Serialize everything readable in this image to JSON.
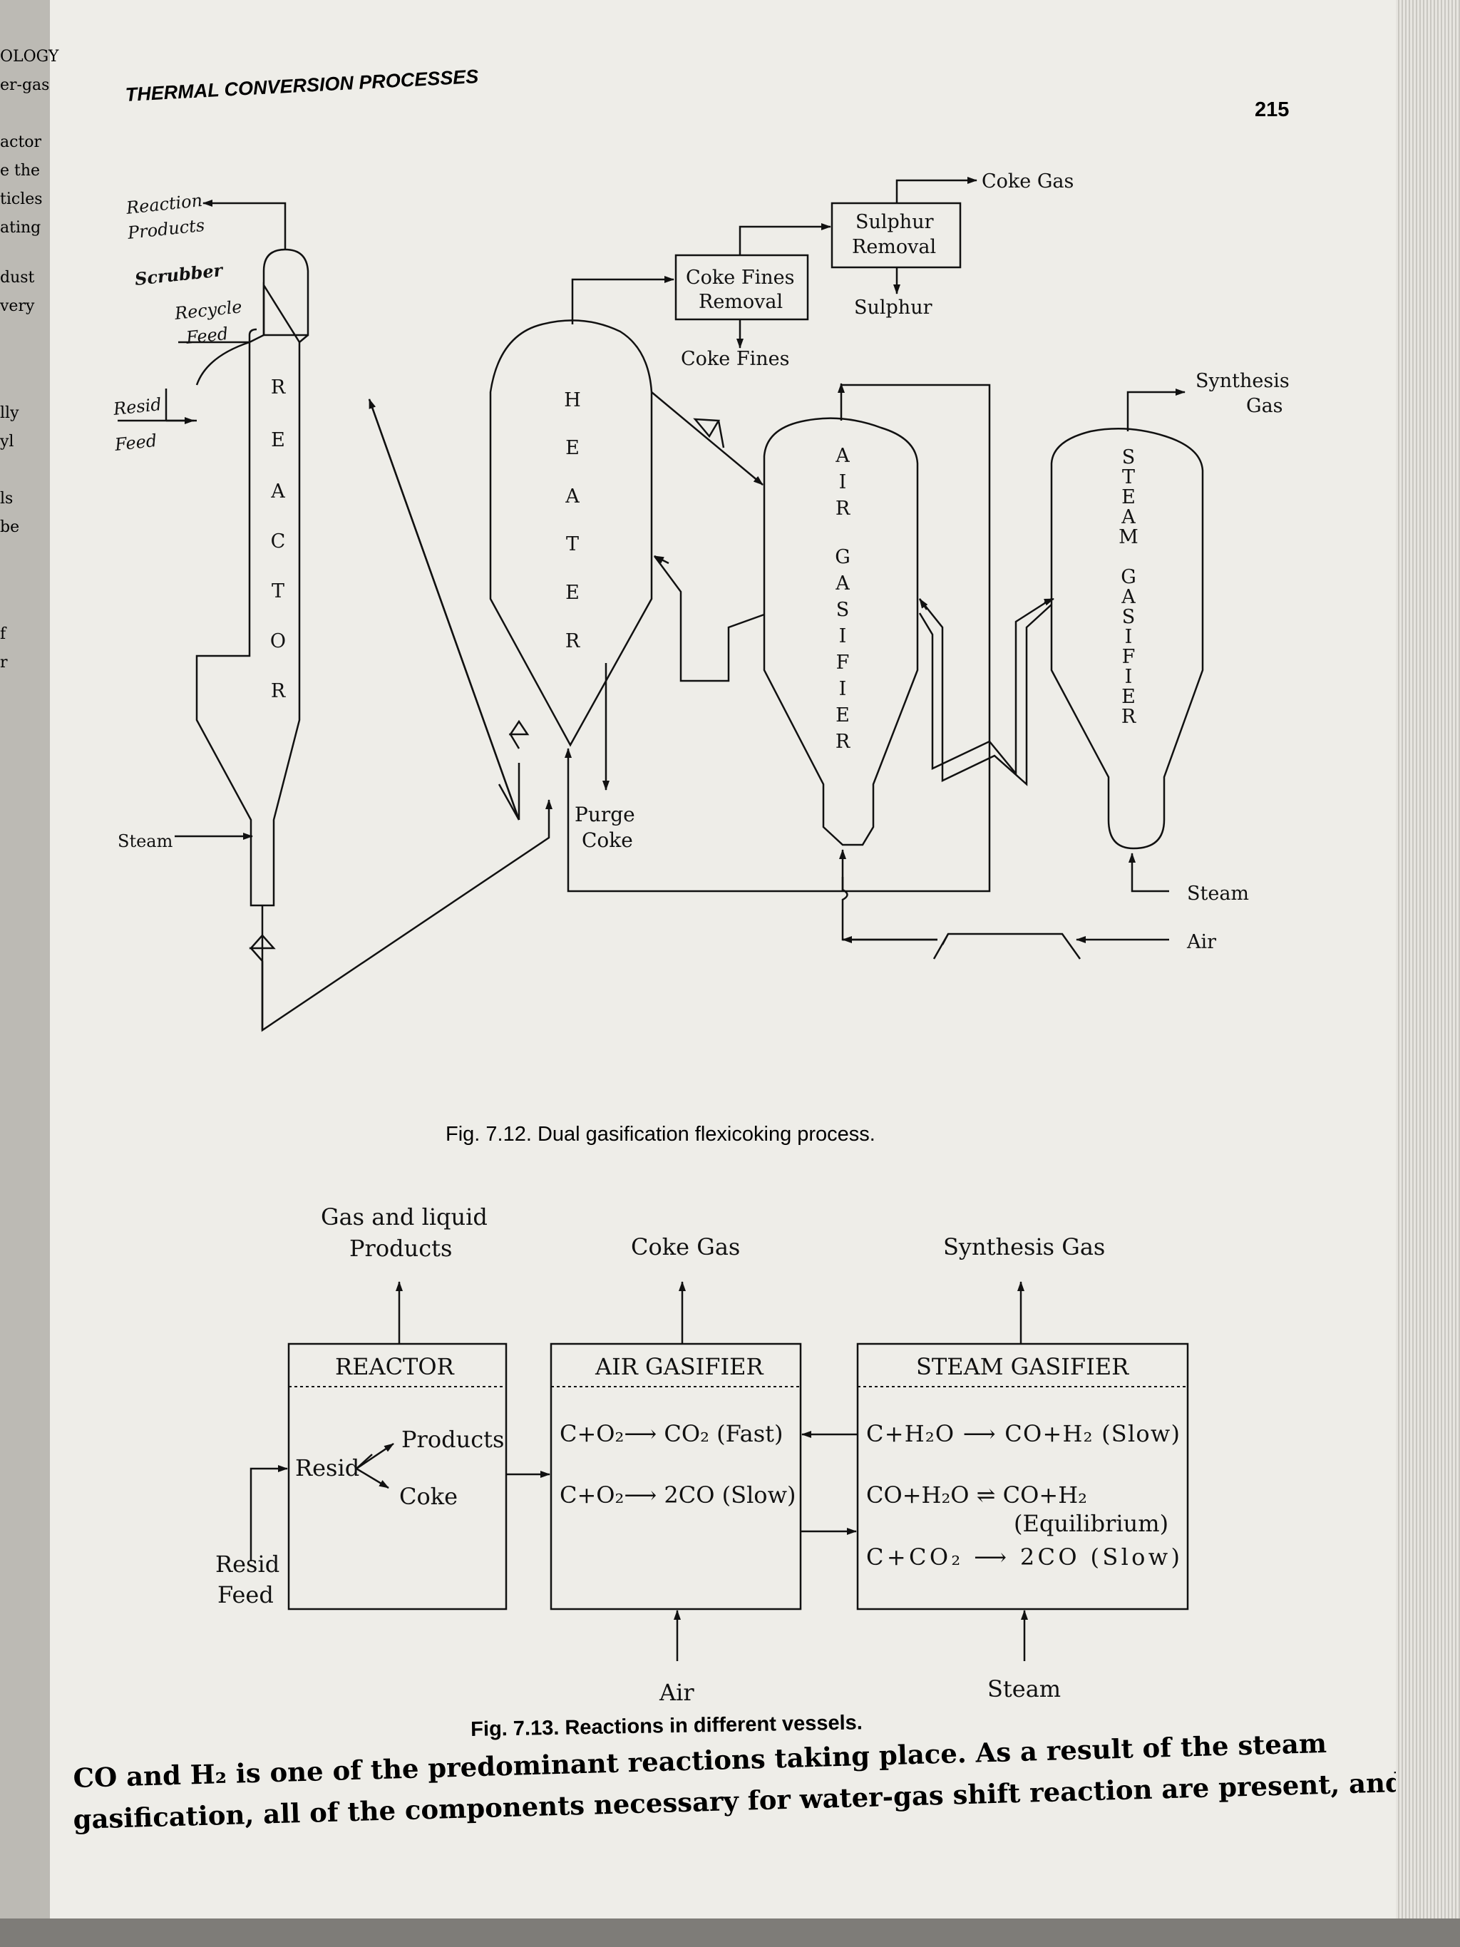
{
  "header": {
    "running_title": "THERMAL CONVERSION PROCESSES",
    "page_number": "215"
  },
  "margin_fragments": [
    "OLOGY",
    "er-gas",
    "actor",
    "e the",
    "ticles",
    "ating",
    "dust",
    "very",
    "lly",
    "yl",
    "ls",
    "be",
    "f",
    "r"
  ],
  "fig712": {
    "caption": "Fig. 7.12. Dual gasification flexicoking process.",
    "labels": {
      "reaction_products_1": "Reaction",
      "reaction_products_2": "Products",
      "scrubber": "Scrubber",
      "recycle_1": "Recycle",
      "recycle_2": "Feed",
      "resid_feed_1": "Resid",
      "resid_feed_2": "Feed",
      "steam_left": "Steam",
      "purge_coke_1": "Purge",
      "purge_coke_2": "Coke",
      "coke_fines_removal_1": "Coke Fines",
      "coke_fines_removal_2": "Removal",
      "coke_fines": "Coke Fines",
      "sulphur_removal_1": "Sulphur",
      "sulphur_removal_2": "Removal",
      "sulphur": "Sulphur",
      "coke_gas": "Coke Gas",
      "synthesis_gas_1": "Synthesis",
      "synthesis_gas_2": "Gas",
      "steam_right": "Steam",
      "air": "Air"
    },
    "vessels": {
      "reactor": [
        "R",
        "E",
        "A",
        "C",
        "T",
        "O",
        "R"
      ],
      "heater": [
        "H",
        "E",
        "A",
        "T",
        "E",
        "R"
      ],
      "air_gasifier": [
        "A",
        "I",
        "R",
        "",
        "G",
        "A",
        "S",
        "I",
        "F",
        "I",
        "E",
        "R"
      ],
      "steam_gasifier": [
        "S",
        "T",
        "E",
        "A",
        "M",
        "",
        "G",
        "A",
        "S",
        "I",
        "F",
        "I",
        "E",
        "R"
      ]
    }
  },
  "fig713": {
    "caption": "Fig. 7.13. Reactions in different vessels.",
    "reactor": {
      "title": "REACTOR",
      "resid": "Resid",
      "products": "Products",
      "coke": "Coke",
      "feed_1": "Resid",
      "feed_2": "Feed",
      "output_1": "Gas and liquid",
      "output_2": "Products"
    },
    "air_gasifier": {
      "title": "AIR GASIFIER",
      "r1": "C+O₂⟶ CO₂ (Fast)",
      "r2": "C+O₂⟶ 2CO (Slow)",
      "output": "Coke Gas",
      "input": "Air"
    },
    "steam_gasifier": {
      "title": "STEAM GASIFIER",
      "r1": "C+H₂O ⟶ CO+H₂ (Slow)",
      "r2": "CO+H₂O ⇌ CO+H₂",
      "r2b": "(Equilibrium)",
      "r3": "C+CO₂ ⟶ 2CO (Slow)",
      "output": "Synthesis Gas",
      "input": "Steam"
    }
  },
  "bottom_text": {
    "line1": "CO and H₂ is one of the predominant reactions taking place. As a result of the steam",
    "line2": "gasification, all of the components necessary for water-gas shift reaction are present, and at"
  }
}
